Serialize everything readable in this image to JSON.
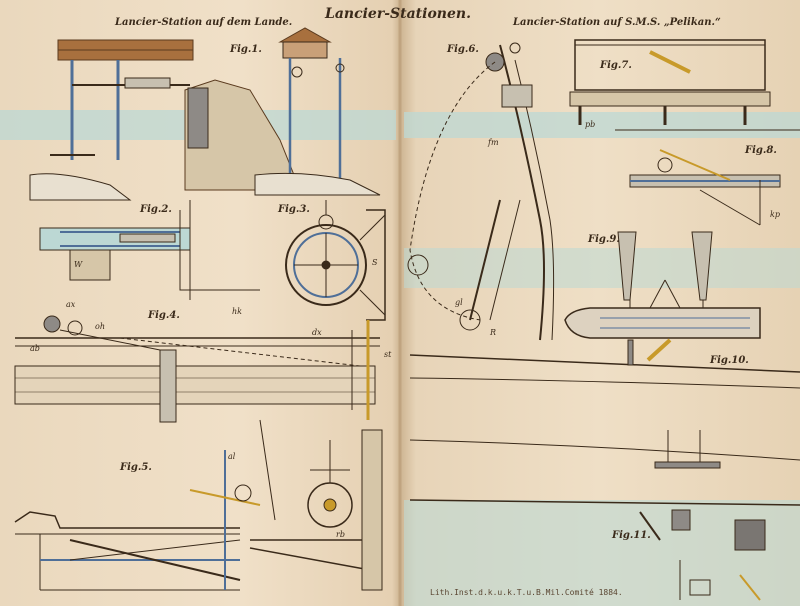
{
  "plate": {
    "title": "Lancier-Stationen.",
    "left_heading": "Lancier-Station auf dem Lande.",
    "right_heading": "Lancier-Station auf S.M.S. „Pelikan.“",
    "imprint": "Lith.Inst.d.k.u.k.T.u.B.Mil.Comité 1884."
  },
  "figures": {
    "fig1": "Fig.1.",
    "fig2": "Fig.2.",
    "fig3": "Fig.3.",
    "fig4": "Fig.4.",
    "fig5": "Fig.5.",
    "fig6": "Fig.6.",
    "fig7": "Fig.7.",
    "fig8": "Fig.8.",
    "fig9": "Fig.9.",
    "fig10": "Fig.10.",
    "fig11": "Fig.11."
  },
  "notes": {
    "w1": "W",
    "hk": "hk",
    "ax": "ax",
    "ab": "ab",
    "oh": "oh",
    "dx": "dx",
    "st": "st",
    "al": "al",
    "rb": "rb",
    "pb": "pb",
    "gl": "gl",
    "R": "R",
    "S": "S",
    "fm": "fm",
    "kp": "kp"
  },
  "colors": {
    "paper": "#ecdcc3",
    "ink": "#3a2a1a",
    "water": "#bcd8d4",
    "brass": "#c89a2a",
    "steel_blue": "#4f6f98",
    "wood": "#8c5a34"
  }
}
